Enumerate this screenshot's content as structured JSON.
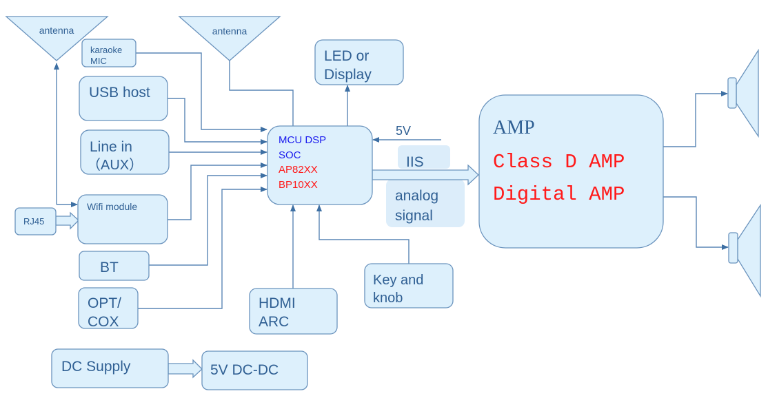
{
  "colors": {
    "box_fill": "#ddf0fc",
    "box_stroke": "#6a93bd",
    "text_primary": "#2f5f93",
    "text_blue": "#1a1aee",
    "text_red": "#ff1a1a",
    "wire": "#5a86b5"
  },
  "antennas": [
    {
      "label": "antenna"
    },
    {
      "label": "antenna"
    }
  ],
  "inputs": {
    "karaoke_mic": [
      "karaoke",
      "MIC"
    ],
    "usb_host": "USB host",
    "line_in": [
      "Line in",
      "（AUX）"
    ],
    "wifi_module": "Wifi module",
    "rj45": "RJ45",
    "bt": "BT",
    "opt_cox": [
      "OPT/",
      "COX"
    ],
    "hdmi_arc": [
      "HDMI",
      "ARC"
    ],
    "key_knob": [
      "Key and",
      "knob"
    ]
  },
  "processor": {
    "lines": [
      {
        "text": "MCU DSP",
        "color": "blue"
      },
      {
        "text": "SOC",
        "color": "blue"
      },
      {
        "text": "AP82XX",
        "color": "red"
      },
      {
        "text": "BP10XX",
        "color": "red"
      }
    ]
  },
  "led_display": [
    "LED or",
    "Display"
  ],
  "power_in_label": "5V",
  "signal_labels": {
    "iis": "IIS",
    "analog": [
      "analog",
      "signal"
    ]
  },
  "amp": {
    "title": "AMP",
    "lines": [
      "Class D AMP",
      "Digital AMP"
    ]
  },
  "power": {
    "dc_supply": "DC Supply",
    "dc_dc": "5V DC-DC"
  },
  "speakers": [
    {
      "name": "speaker-top"
    },
    {
      "name": "speaker-bottom"
    }
  ]
}
